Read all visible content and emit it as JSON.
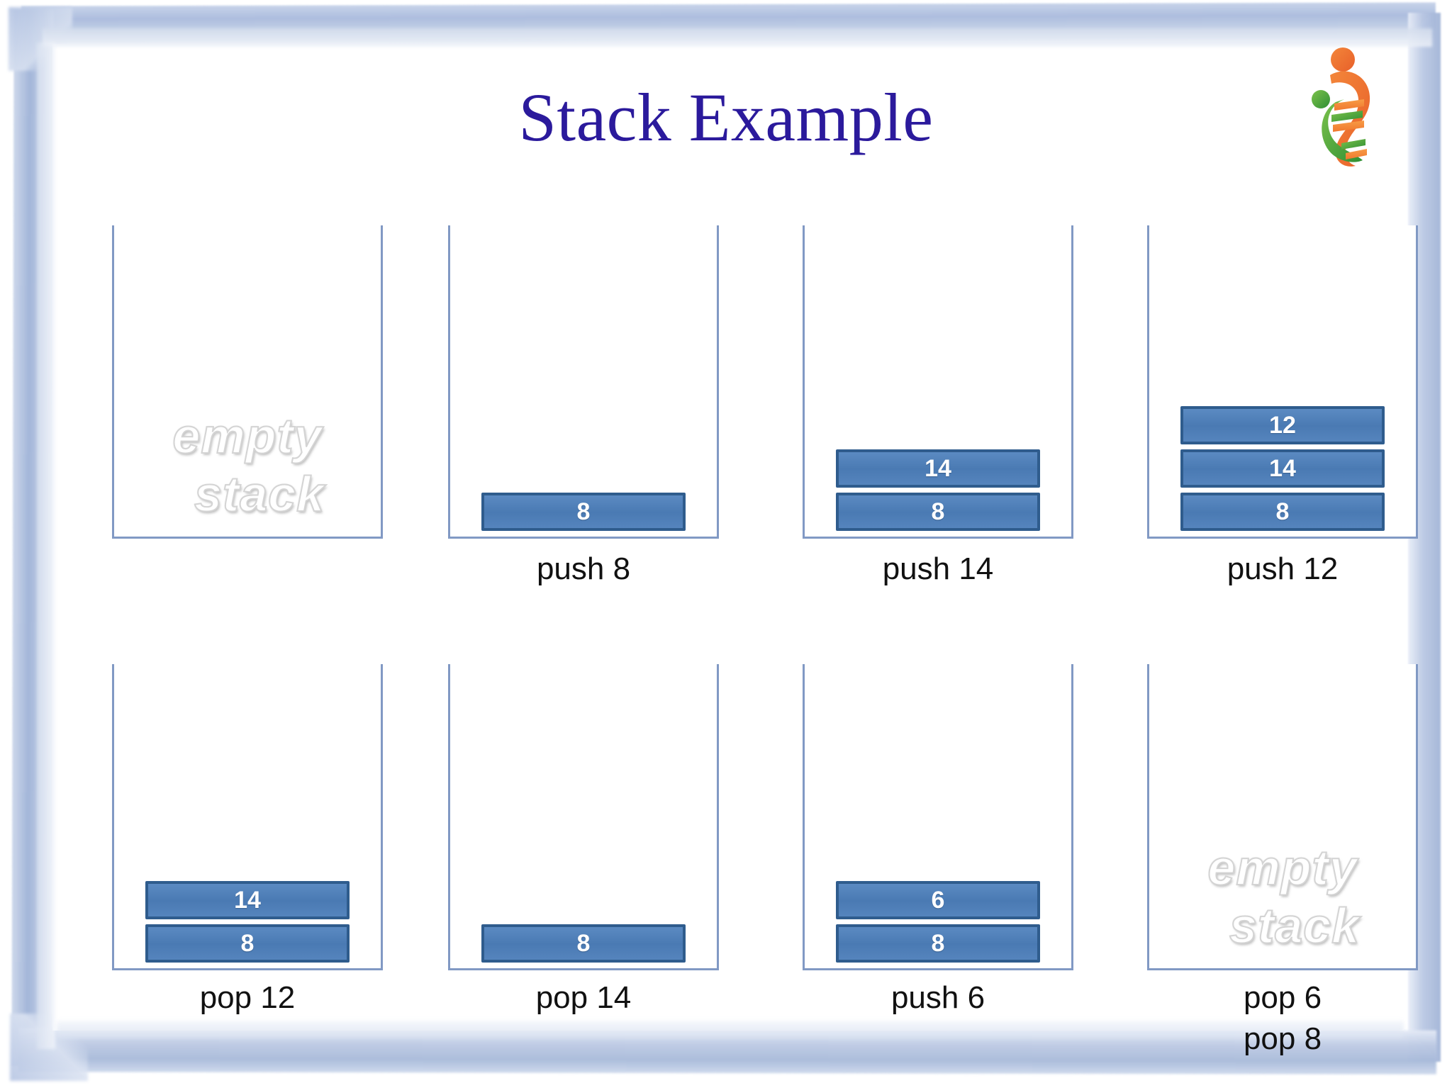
{
  "slide": {
    "title": "Stack Example",
    "title_color": "#2b1a9c",
    "background_color": "#ffffff",
    "frame_color": "#aabbdd",
    "logo": {
      "name": "dna-person-logo",
      "colors": {
        "orange": "#F07C32",
        "green": "#4FA83D",
        "light_orange": "#F59A4B",
        "light_green": "#7CC24B"
      }
    }
  },
  "theme": {
    "block_fill": "#4a7ab3",
    "block_border": "#2f5c8d",
    "block_text": "#ffffff",
    "container_border": "#8199c4",
    "caption_color": "#111111",
    "empty_text_color": "#ffffff",
    "empty_text_outline": "#d4d4d4"
  },
  "empty_label": {
    "line1": "empty",
    "line2": "stack"
  },
  "stacks": [
    {
      "id": "stack-1",
      "caption": "",
      "empty": true,
      "blocks": []
    },
    {
      "id": "stack-2",
      "caption": "push 8",
      "empty": false,
      "blocks": [
        "8"
      ]
    },
    {
      "id": "stack-3",
      "caption": "push 14",
      "empty": false,
      "blocks": [
        "14",
        "8"
      ]
    },
    {
      "id": "stack-4",
      "caption": "push 12",
      "empty": false,
      "blocks": [
        "12",
        "14",
        "8"
      ]
    },
    {
      "id": "stack-5",
      "caption": "pop 12",
      "empty": false,
      "blocks": [
        "14",
        "8"
      ]
    },
    {
      "id": "stack-6",
      "caption": "pop 14",
      "empty": false,
      "blocks": [
        "8"
      ]
    },
    {
      "id": "stack-7",
      "caption": "push 6",
      "empty": false,
      "blocks": [
        "6",
        "8"
      ]
    },
    {
      "id": "stack-8",
      "caption": "pop 6\npop 8",
      "empty": true,
      "blocks": []
    }
  ]
}
